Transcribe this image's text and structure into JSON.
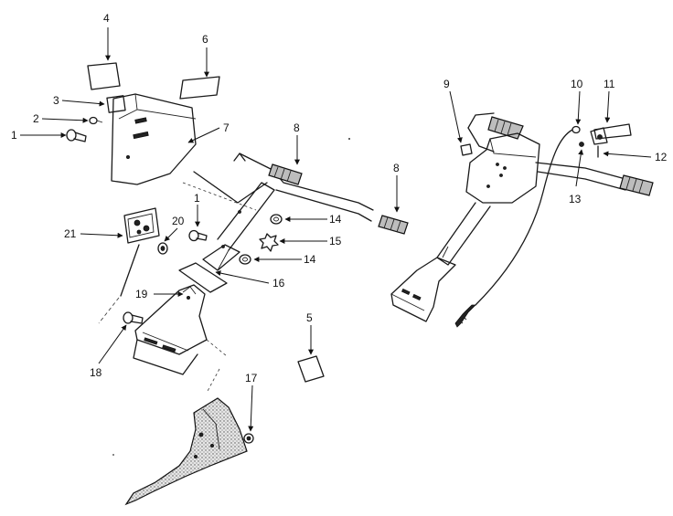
{
  "callouts": {
    "c1a": "1",
    "c1b": "1",
    "c2": "2",
    "c3": "3",
    "c4": "4",
    "c5": "5",
    "c6": "6",
    "c7": "7",
    "c8a": "8",
    "c8b": "8",
    "c9": "9",
    "c10": "10",
    "c11": "11",
    "c12": "12",
    "c13": "13",
    "c14a": "14",
    "c14b": "14",
    "c15": "15",
    "c16": "16",
    "c17": "17",
    "c18": "18",
    "c19": "19",
    "c20": "20",
    "c21": "21"
  }
}
